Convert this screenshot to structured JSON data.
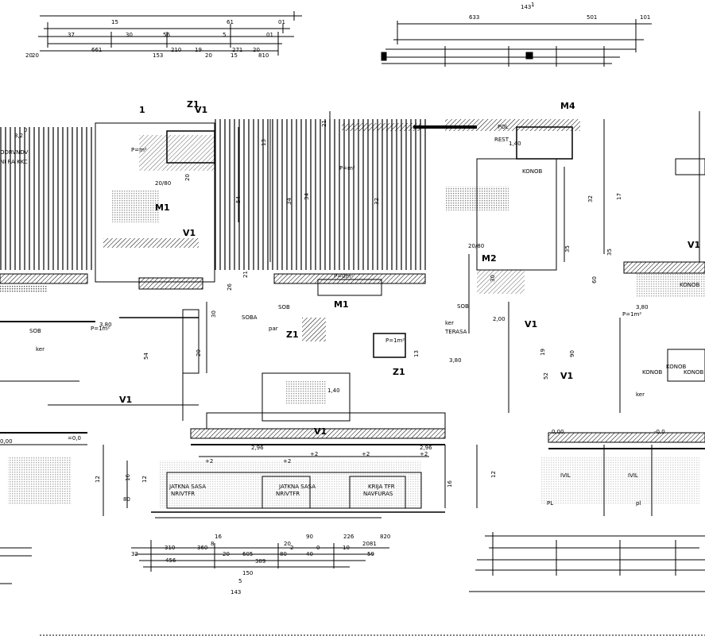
{
  "drawing": {
    "top_dims_left": [
      "15",
      "61",
      "01",
      "37",
      "30",
      "56",
      "5",
      "01",
      "20",
      "661",
      "153",
      "210",
      "19",
      "20",
      "271",
      "20",
      "15",
      "810",
      "20"
    ],
    "top_dims_right": [
      "143",
      "1",
      "633",
      "501",
      "101"
    ],
    "bottom_dims": [
      "16",
      "90",
      "226",
      "820",
      "310",
      "360",
      "8",
      "20",
      "2",
      "0",
      "10",
      "2081",
      "456",
      "20",
      "605",
      "389",
      "80",
      "40",
      "59",
      "150",
      "5",
      "143",
      "32"
    ],
    "level_marks": [
      "+2",
      "+2",
      "+2",
      "+2",
      "+2",
      "2,96",
      "2,96",
      "3,2",
      "0",
      "0,00",
      "0,00",
      "=0,0",
      "-0,0"
    ],
    "axis_marks": [
      "V1",
      "V1",
      "V1",
      "V1",
      "V1",
      "V1",
      "V1",
      "Z1",
      "Z1",
      "Z1",
      "M1",
      "M1",
      "M2",
      "M4",
      "1"
    ],
    "room_labels": [
      "SOB",
      "SOB",
      "SOB",
      "SOBA",
      "KONOB",
      "POL",
      "REST",
      "KONOB",
      "KONOB",
      "KONOB",
      "KONOB",
      "TERASA",
      "JATKNA SASA",
      "JATKNA SASA",
      "KRIJA TFR",
      "ODRVNDV",
      "NI RA KKC",
      "P=1m²",
      "P=1m²",
      "P=1m²",
      "P=m²",
      "P=m²",
      "P=0m²",
      "par",
      "ker",
      "ker",
      "ker",
      "pl",
      "PL",
      "IVIL",
      "IVIL",
      "NRIVTFR",
      "NRIVTFR",
      "NAVFURAS",
      "20/80",
      "20/80",
      "3,80",
      "3,80",
      "3,80",
      "1,40",
      "1,40",
      "2,00",
      "80"
    ],
    "vert_dims": [
      "13",
      "21",
      "34",
      "34",
      "26",
      "20",
      "54",
      "54",
      "32",
      "30",
      "52",
      "19",
      "90",
      "30",
      "12",
      "12",
      "16",
      "16",
      "12",
      "17",
      "32",
      "35",
      "60",
      "13",
      "35",
      "20",
      "21"
    ]
  }
}
